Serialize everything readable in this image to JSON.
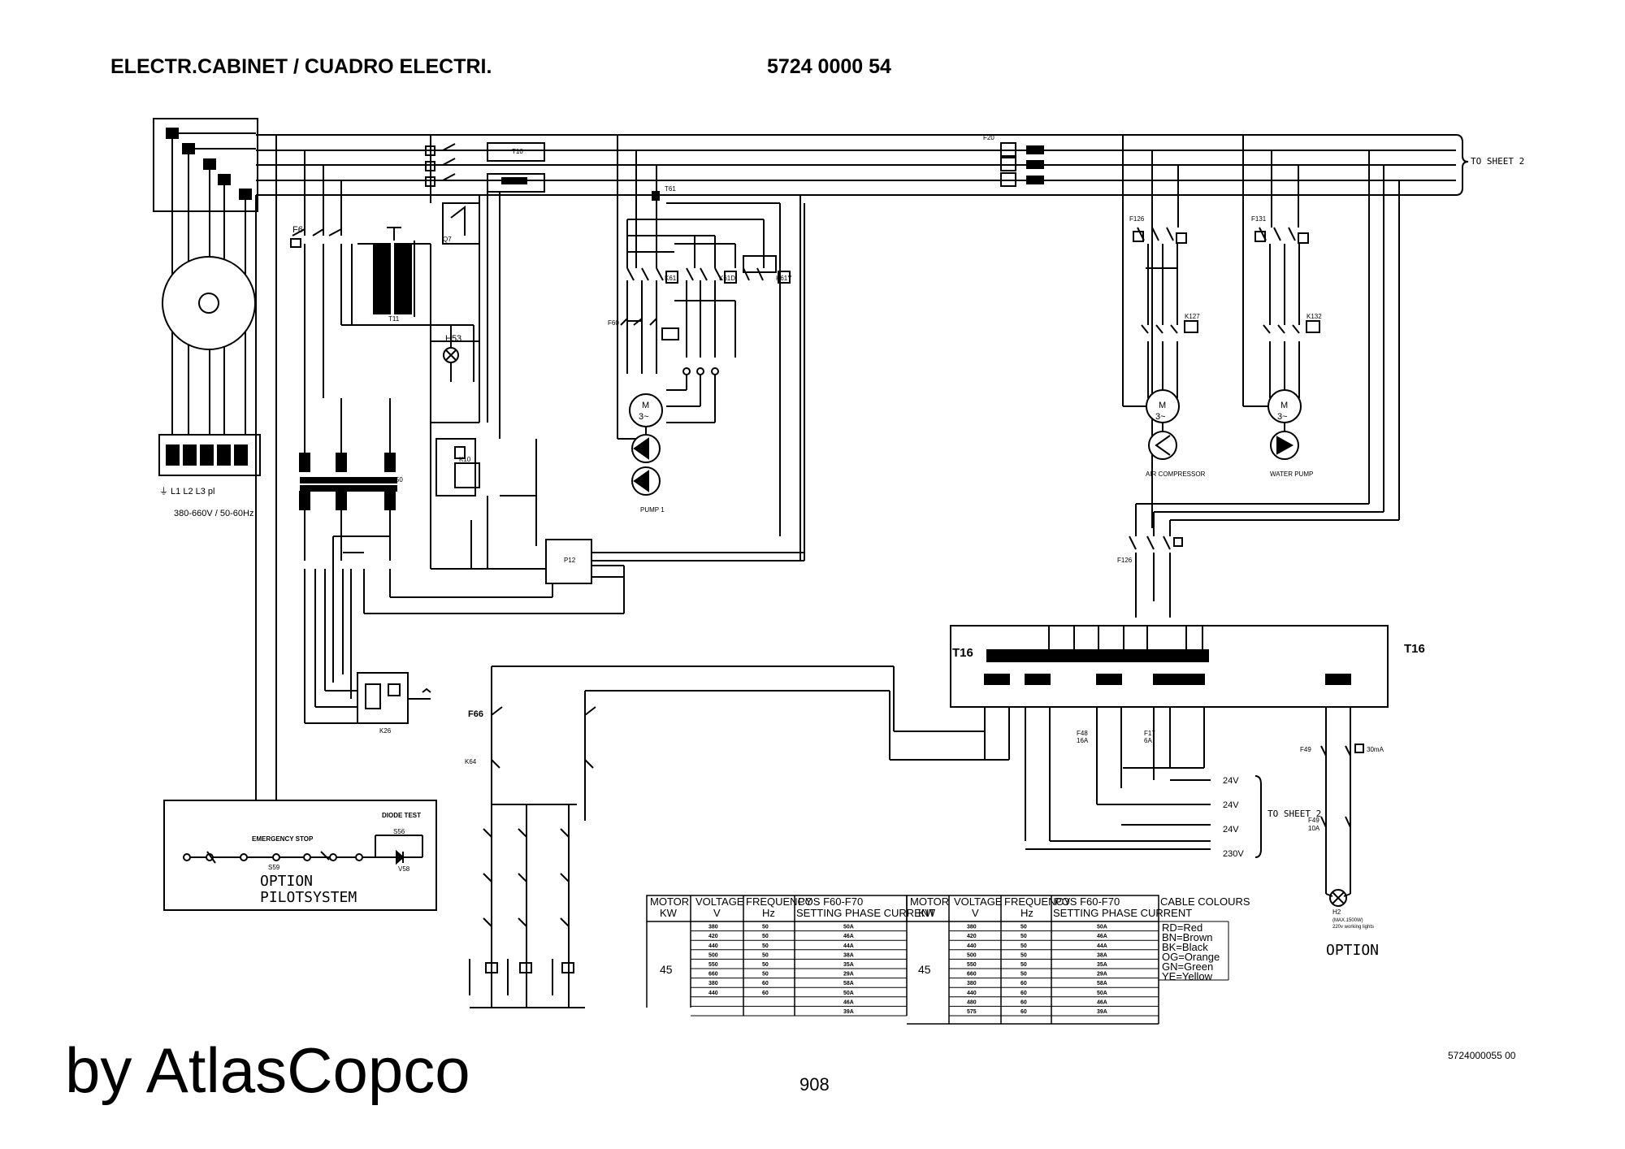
{
  "header": {
    "title": "ELECTR.CABINET / CUADRO ELECTRI.",
    "code": "5724 0000 54"
  },
  "footer": {
    "brand": "by AtlasCopco",
    "page_number": "908",
    "drawing_number": "5724000055 00"
  },
  "supply": {
    "terminals": "⏚  L1  L2  L3  pl",
    "voltage": "380-660V / 50-60Hz"
  },
  "components": {
    "F6": "F6",
    "T11": "T11",
    "Q7": "Q7",
    "H53": "H53",
    "T10": "T10",
    "T61": "T61",
    "F60": "F60",
    "K61": "K61",
    "K61D": "K61D",
    "K61Y": "K61Y",
    "K10": "K10",
    "T50": "T50",
    "P12": "P12",
    "K26": "K26",
    "F20": "F20",
    "F126": "F126",
    "F131": "F131",
    "K127": "K127",
    "K132": "K132",
    "T16": "T16",
    "F66": "F66",
    "K64": "K64",
    "F48": "F48",
    "F48_rating": "16A",
    "F17": "F17",
    "F17_rating": "6A",
    "F49": "F49",
    "F49_rating": "30mA",
    "F49b": "F49",
    "F49b_rating": "10A",
    "H2": "H2",
    "H2_note1": "(MAX.1500W)",
    "H2_note2": "220v working lights",
    "S59": "S59",
    "V58": "V58",
    "S56": "S56"
  },
  "motors": {
    "symbol": "M",
    "phase": "3~",
    "pump1": "PUMP 1",
    "air_compressor": "AIR COMPRESSOR",
    "water_pump": "WATER PUMP"
  },
  "sheet_refs": {
    "top": "TO SHEET 2",
    "mid": "TO SHEET 2"
  },
  "voltages": [
    "24V",
    "24V",
    "24V",
    "230V"
  ],
  "pilot": {
    "option": "OPTION",
    "pilotsystem": "PILOTSYSTEM",
    "emergency_stop": "EMERGENCY STOP",
    "diode_test": "DIODE TEST"
  },
  "h2_option": "OPTION",
  "table_left": {
    "headers": [
      "MOTOR",
      "VOLTAGE",
      "FREQUENCY",
      "POS F60-F70"
    ],
    "subheaders": [
      "KW",
      "V",
      "Hz",
      "SETTING PHASE CURRENT"
    ],
    "kw": "45",
    "rows": [
      [
        "380",
        "50",
        "50A"
      ],
      [
        "420",
        "50",
        "46A"
      ],
      [
        "440",
        "50",
        "44A"
      ],
      [
        "500",
        "50",
        "38A"
      ],
      [
        "550",
        "50",
        "35A"
      ],
      [
        "660",
        "50",
        "29A"
      ],
      [
        "380",
        "60",
        "58A"
      ],
      [
        "440",
        "60",
        "50A"
      ],
      [
        "",
        "",
        "46A"
      ],
      [
        "",
        "",
        "39A"
      ]
    ]
  },
  "table_right": {
    "headers": [
      "MOTOR",
      "VOLTAGE",
      "FREQUENCY",
      "POS F60-F70"
    ],
    "subheaders": [
      "KW",
      "V",
      "Hz",
      "SETTING PHASE CURRENT"
    ],
    "kw": "45",
    "rows": [
      [
        "380",
        "50",
        "50A"
      ],
      [
        "420",
        "50",
        "46A"
      ],
      [
        "440",
        "50",
        "44A"
      ],
      [
        "500",
        "50",
        "38A"
      ],
      [
        "550",
        "50",
        "35A"
      ],
      [
        "660",
        "50",
        "29A"
      ],
      [
        "380",
        "60",
        "58A"
      ],
      [
        "440",
        "60",
        "50A"
      ],
      [
        "480",
        "60",
        "46A"
      ],
      [
        "575",
        "60",
        "39A"
      ]
    ]
  },
  "cable_colours": {
    "title": "CABLE COLOURS",
    "items": [
      "RD=Red",
      "BN=Brown",
      "BK=Black",
      "OG=Orange",
      "GN=Green",
      "YE=Yellow"
    ]
  }
}
